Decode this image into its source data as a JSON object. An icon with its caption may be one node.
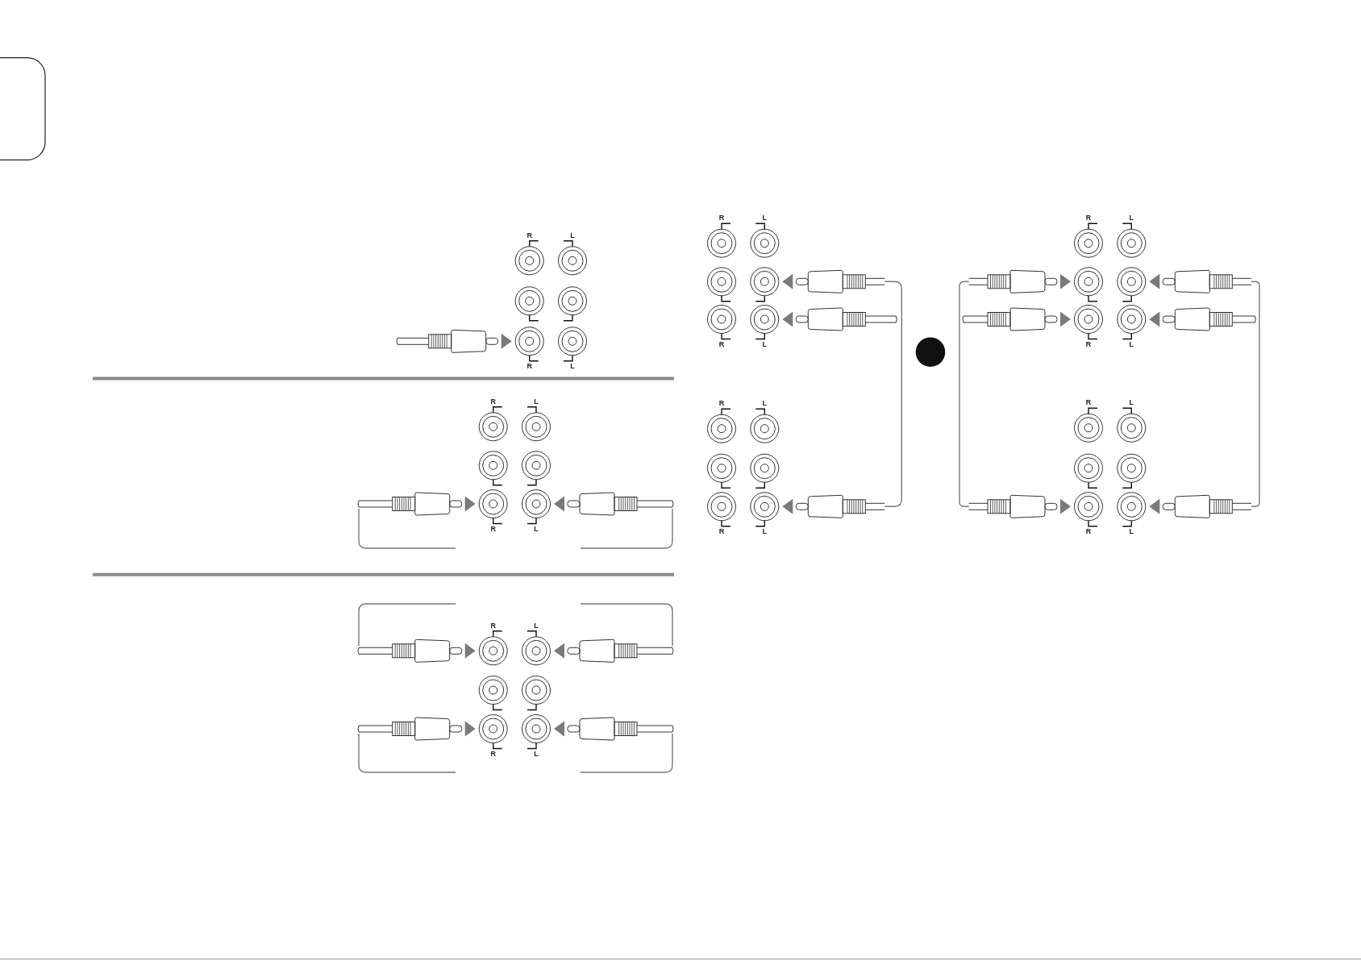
{
  "diagram": {
    "nodes": [
      {
        "text": [],
        "shape": "picture"
      },
      {
        "text": [],
        "shape": "picture"
      },
      {
        "text": [],
        "shape": "picture"
      },
      {
        "text": [],
        "shape": "picture"
      },
      {
        "text": [],
        "shape": "picture"
      },
      {
        "text": [],
        "shape": "picture"
      },
      {
        "text": [],
        "shape": "picture"
      },
      {
        "text": [],
        "shape": "picture"
      },
      {
        "text": [],
        "shape": "picture"
      },
      {
        "text": [],
        "shape": "picture"
      },
      {
        "text": [],
        "shape": "picture"
      },
      {
        "text": [],
        "shape": "picture"
      },
      {
        "text": [],
        "shape": "picture"
      },
      {
        "text": [],
        "shape": "picture"
      },
      {
        "text": [],
        "shape": "picture"
      },
      {
        "text": [],
        "shape": "picture"
      }
    ],
    "edges": [
      {
        "from": 7,
        "to": 13,
        "arrow": "none"
      },
      {
        "from": 9,
        "to": 14,
        "arrow": "none"
      },
      {
        "from": 10,
        "to": 15,
        "arrow": "none"
      }
    ],
    "labels": [
      "R",
      "L",
      "R",
      "L",
      "R",
      "L",
      "R",
      "L",
      "R",
      "L",
      "R",
      "L",
      "R",
      "L",
      "R",
      "L",
      "R",
      "L",
      "R",
      "L",
      "R",
      "L",
      "R",
      "L",
      "R",
      "L",
      "R",
      "L"
    ]
  }
}
